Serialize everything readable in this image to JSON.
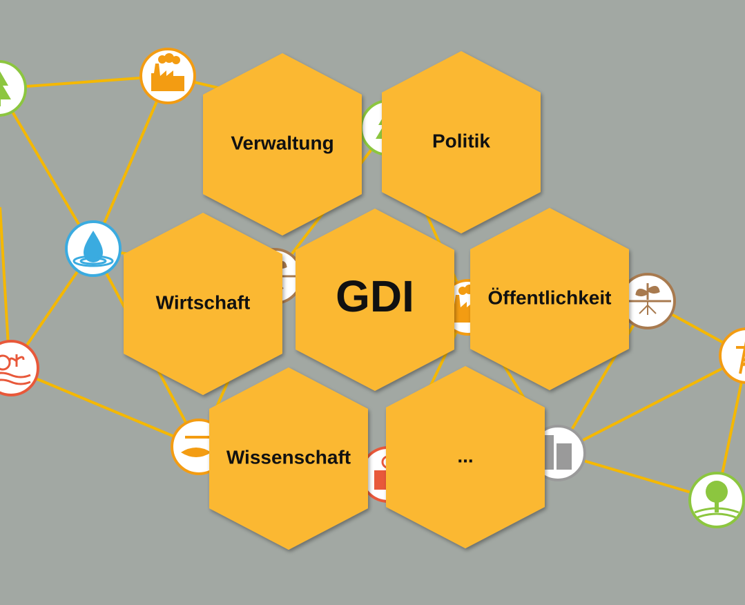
{
  "colors": {
    "background": "#a2a8a3",
    "hexagon": "#fbb832",
    "link": "#f5b800"
  },
  "center": {
    "label": "GDI"
  },
  "hexagons": [
    {
      "id": "verwaltung",
      "label": "Verwaltung"
    },
    {
      "id": "politik",
      "label": "Politik"
    },
    {
      "id": "wirtschaft",
      "label": "Wirtschaft"
    },
    {
      "id": "oeffentlichkeit",
      "label": "Öffentlichkeit"
    },
    {
      "id": "wissenschaft",
      "label": "Wissenschaft"
    },
    {
      "id": "more",
      "label": "..."
    }
  ],
  "nodes": [
    {
      "icon": "forest-icon",
      "color": "#8cc63f"
    },
    {
      "icon": "factory-icon",
      "color": "#f39c12"
    },
    {
      "icon": "leaf-icon",
      "color": "#8cc63f"
    },
    {
      "icon": "water-drop-icon",
      "color": "#3aabe0"
    },
    {
      "icon": "soil-icon",
      "color": "#a87a4f"
    },
    {
      "icon": "industry-icon",
      "color": "#f39c12"
    },
    {
      "icon": "plant-roots-icon",
      "color": "#a87a4f"
    },
    {
      "icon": "protected-area-icon",
      "color": "#e8583a"
    },
    {
      "icon": "power-pylon-icon",
      "color": "#f39c12"
    },
    {
      "icon": "fishery-icon",
      "color": "#f39c12"
    },
    {
      "icon": "buildings-red-icon",
      "color": "#e8583a"
    },
    {
      "icon": "city-buildings-icon",
      "color": "#9a9a9a"
    },
    {
      "icon": "tree-field-icon",
      "color": "#8cc63f"
    }
  ]
}
